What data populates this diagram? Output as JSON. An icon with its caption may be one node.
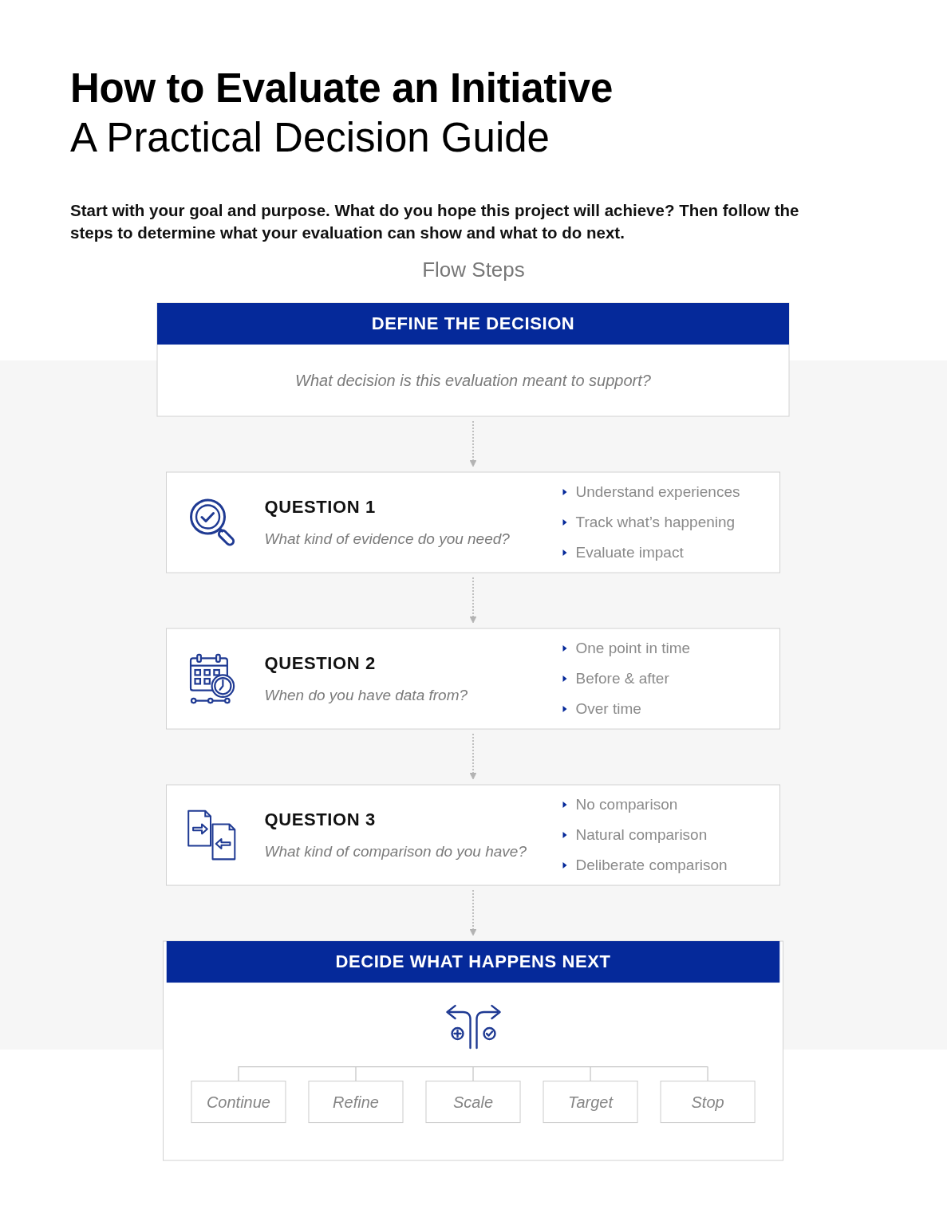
{
  "diagram": {
    "title": "How to Evaluate an Initiative",
    "nodes": [
      {
        "text": [
          "DEFINE THE DECISION",
          "What decision is this evaluation meant to support?"
        ]
      },
      {
        "text": [
          "QUESTION 1",
          "What kind of evidence do you need?",
          "Understand experiences",
          "Track what’s happening",
          "Evaluate impact"
        ]
      },
      {
        "text": [
          "QUESTION 2",
          "When do you have data from?",
          "One point in time",
          "Before & after",
          "Over time"
        ]
      },
      {
        "text": [
          "QUESTION 3",
          "What kind of comparison do you have?",
          "No comparison",
          "Natural comparison",
          "Deliberate comparison"
        ]
      },
      {
        "text": [
          "DECIDE WHAT HAPPENS NEXT"
        ]
      },
      {
        "text": [
          "Continue"
        ],
        "in": 4
      },
      {
        "text": [
          "Refine"
        ],
        "in": 4
      },
      {
        "text": [
          "Scale"
        ],
        "in": 4
      },
      {
        "text": [
          "Target"
        ],
        "in": 4
      },
      {
        "text": [
          "Stop"
        ],
        "in": 4
      }
    ],
    "edges": [
      {
        "from": 0,
        "to": 1,
        "arrow": "to",
        "style": "dashed"
      },
      {
        "from": 1,
        "to": 2,
        "arrow": "to",
        "style": "dashed"
      },
      {
        "from": 2,
        "to": 3,
        "arrow": "to",
        "style": "dashed"
      },
      {
        "from": 3,
        "to": 4,
        "arrow": "to",
        "style": "dashed"
      }
    ],
    "labels": [
      "A Practical Decision Guide",
      "Start with your goal and purpose. What do you hope this project will achieve? Then follow the steps to determine what your evaluation can show and what to do next.",
      "Flow Steps"
    ]
  }
}
